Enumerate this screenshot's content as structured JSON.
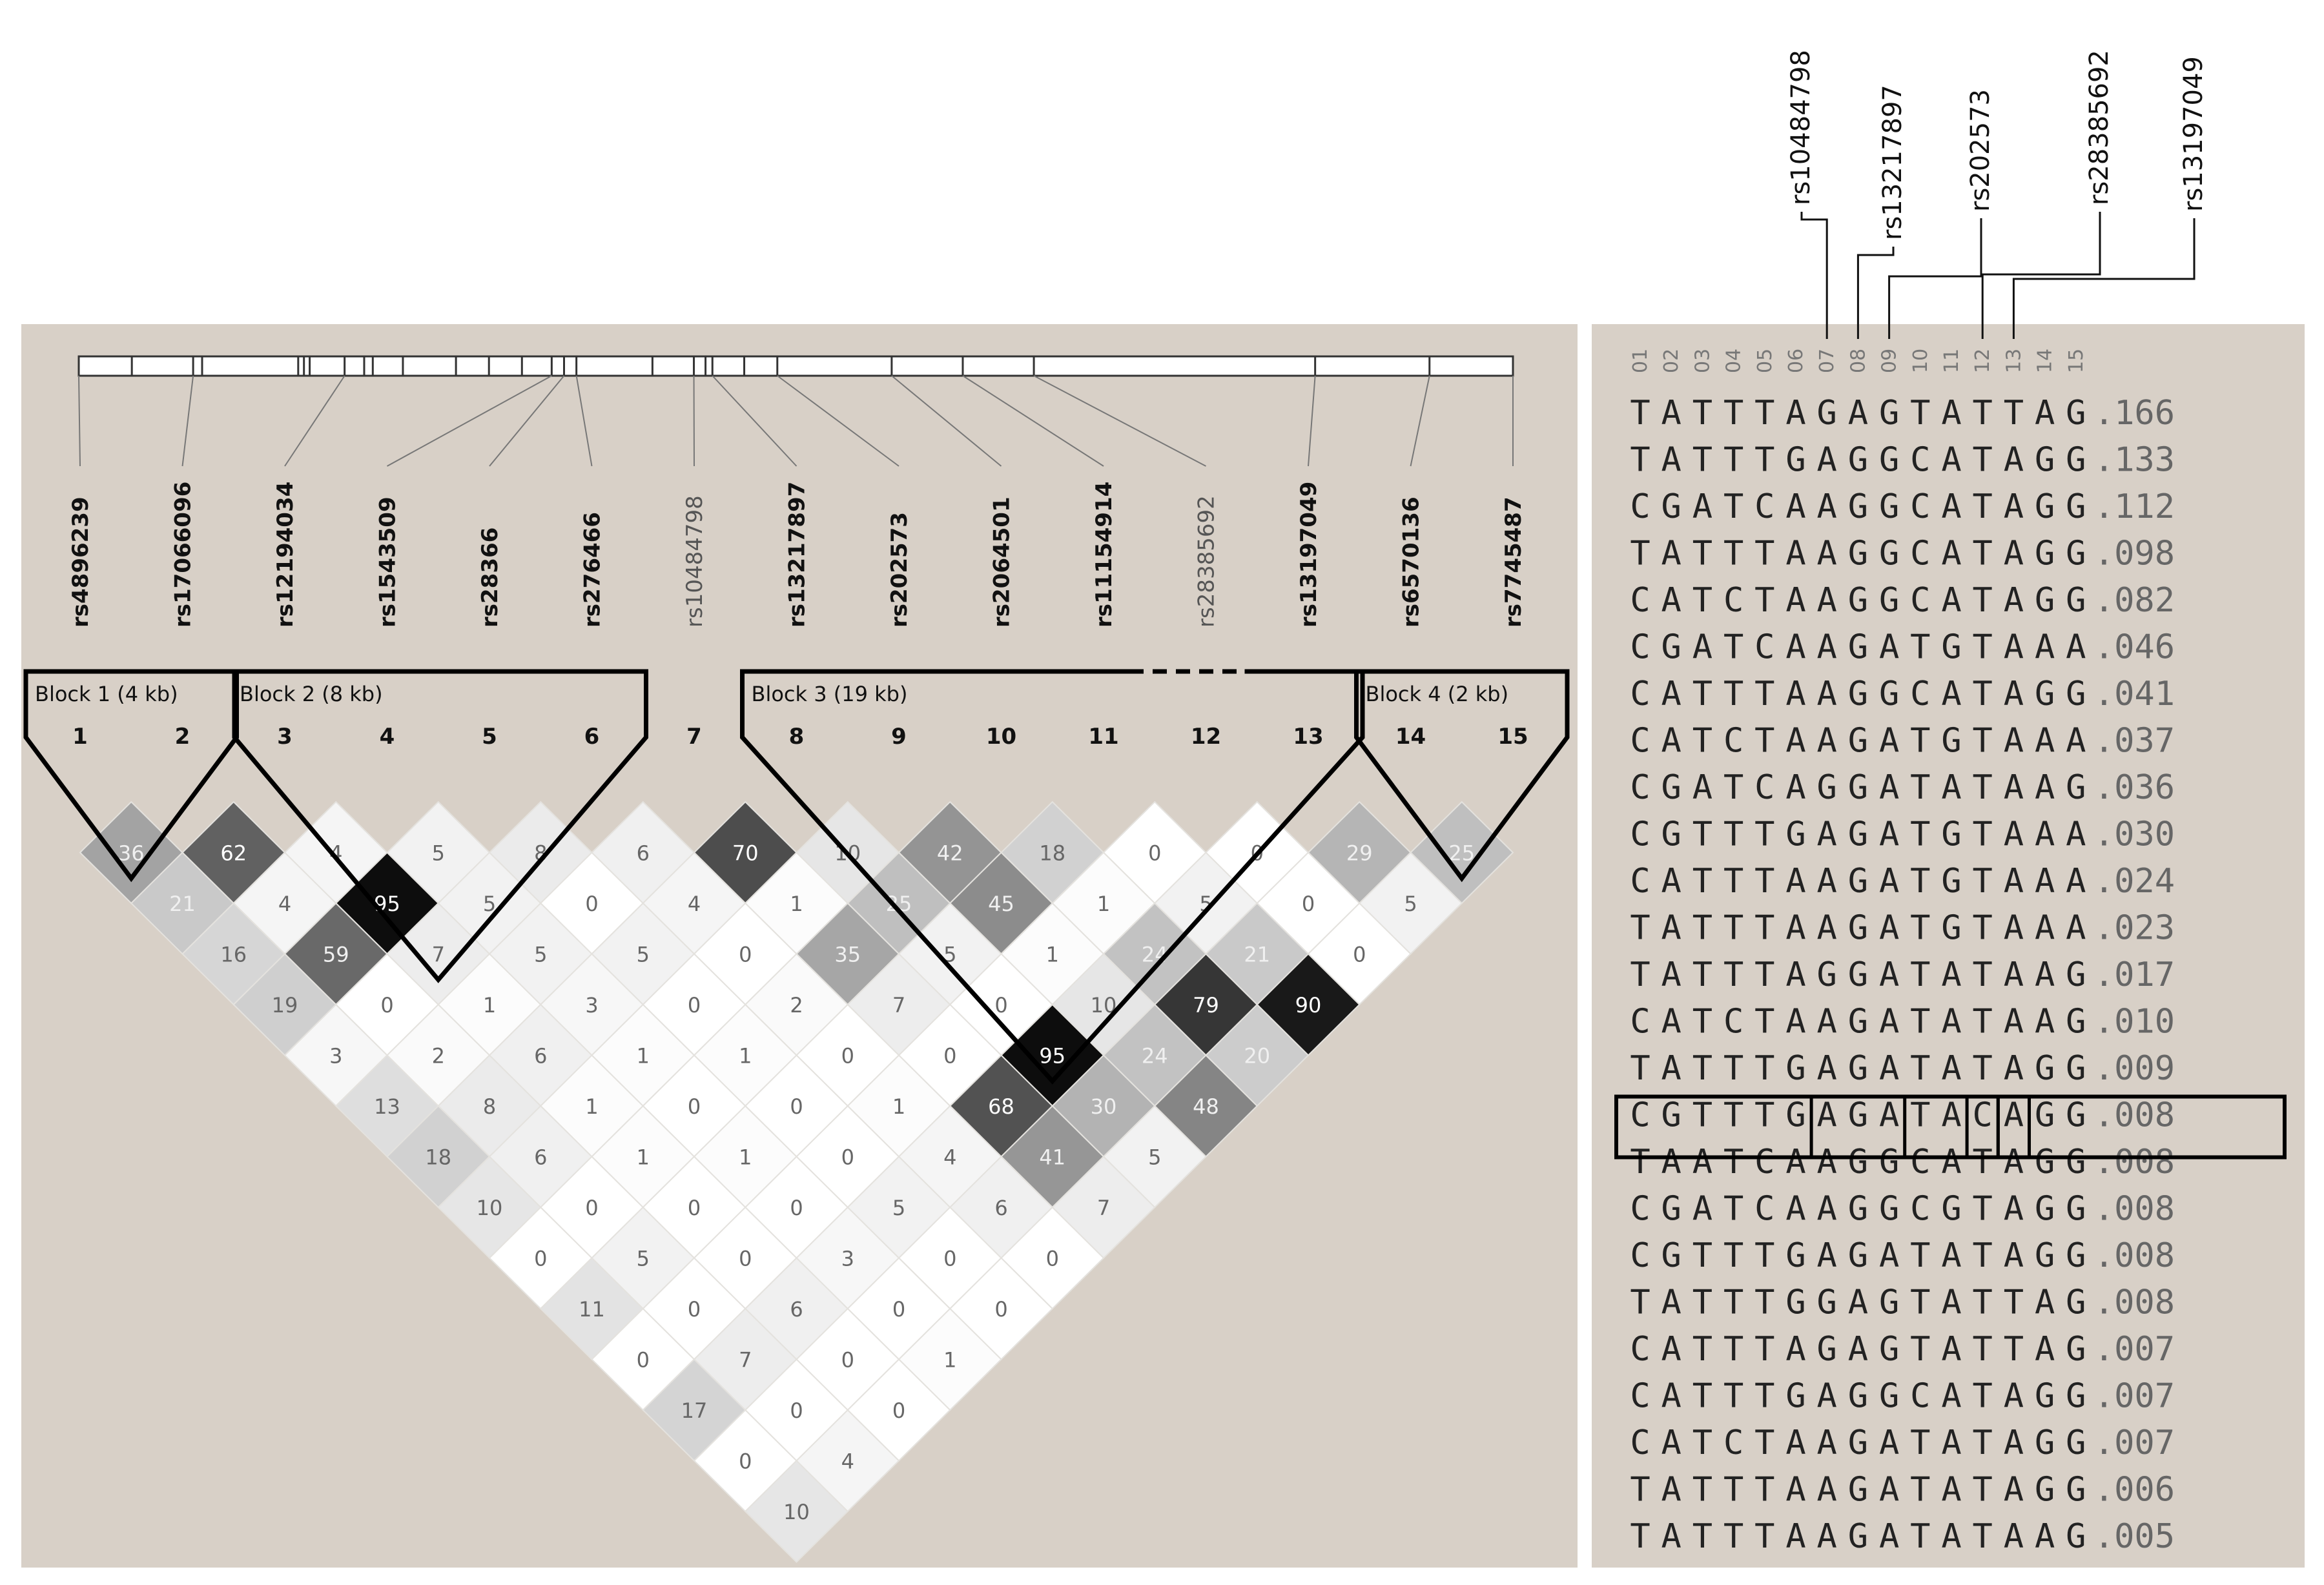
{
  "ld_plot": {
    "snps": [
      {
        "index": "1",
        "name": "rs4896239",
        "bold": true
      },
      {
        "index": "2",
        "name": "rs17066096",
        "bold": true
      },
      {
        "index": "3",
        "name": "rs12194034",
        "bold": true
      },
      {
        "index": "4",
        "name": "rs1543509",
        "bold": true
      },
      {
        "index": "5",
        "name": "rs28366",
        "bold": true
      },
      {
        "index": "6",
        "name": "rs276466",
        "bold": true
      },
      {
        "index": "7",
        "name": "rs10484798",
        "bold": false
      },
      {
        "index": "8",
        "name": "rs13217897",
        "bold": true
      },
      {
        "index": "9",
        "name": "rs202573",
        "bold": true
      },
      {
        "index": "10",
        "name": "rs2064501",
        "bold": true
      },
      {
        "index": "11",
        "name": "rs11154914",
        "bold": true
      },
      {
        "index": "12",
        "name": "rs28385692",
        "bold": false
      },
      {
        "index": "13",
        "name": "rs13197049",
        "bold": true
      },
      {
        "index": "14",
        "name": "rs6570136",
        "bold": true
      },
      {
        "index": "15",
        "name": "rs7745487",
        "bold": true
      }
    ],
    "blocks": [
      {
        "label": "Block 1 (4 kb)",
        "start": 1,
        "end": 2
      },
      {
        "label": "Block 2 (8 kb)",
        "start": 3,
        "end": 6
      },
      {
        "label": "Block 3 (19 kb)",
        "start": 8,
        "end": 13
      },
      {
        "label": "Block 4 (2 kb)",
        "start": 14,
        "end": 15
      }
    ],
    "ld_values": [
      [
        36,
        62,
        4,
        5,
        8,
        6,
        70,
        10,
        42,
        18,
        0,
        0,
        29,
        25
      ],
      [
        21,
        4,
        95,
        5,
        0,
        4,
        1,
        25,
        45,
        1,
        5,
        0,
        5
      ],
      [
        16,
        59,
        7,
        5,
        5,
        0,
        35,
        5,
        1,
        24,
        21,
        0
      ],
      [
        19,
        0,
        1,
        3,
        0,
        2,
        7,
        0,
        10,
        79,
        90
      ],
      [
        3,
        2,
        6,
        1,
        1,
        0,
        0,
        95,
        24,
        20
      ],
      [
        13,
        8,
        1,
        0,
        0,
        1,
        68,
        30,
        48
      ],
      [
        18,
        6,
        1,
        1,
        0,
        4,
        41,
        5
      ],
      [
        10,
        0,
        0,
        0,
        5,
        6,
        7
      ],
      [
        0,
        5,
        0,
        3,
        0,
        0
      ],
      [
        11,
        0,
        6,
        0,
        0
      ],
      [
        0,
        7,
        0,
        1
      ],
      [
        17,
        0,
        0
      ],
      [
        0,
        4
      ],
      [
        10
      ]
    ]
  },
  "haplotype_panel": {
    "column_numbers": [
      "01",
      "02",
      "03",
      "04",
      "05",
      "06",
      "07",
      "08",
      "09",
      "10",
      "11",
      "12",
      "13",
      "14",
      "15"
    ],
    "tag_labels": [
      {
        "name": "rs10484798",
        "column": 7
      },
      {
        "name": "rs13217897",
        "column": 8
      },
      {
        "name": "rs202573",
        "column": 9
      },
      {
        "name": "rs28385692",
        "column": 12
      },
      {
        "name": "rs13197049",
        "column": 13
      }
    ],
    "highlighted_row": 15,
    "highlight_boxes": [
      [
        7,
        9
      ],
      [
        12,
        12
      ],
      [
        13,
        13
      ]
    ],
    "haplotypes": [
      {
        "seq": "TATTTAGAGTATTAG",
        "freq": ".166"
      },
      {
        "seq": "TATTTGAGGCATAGG",
        "freq": ".133"
      },
      {
        "seq": "CGATCAAGGCATAGG",
        "freq": ".112"
      },
      {
        "seq": "TATTTAAGGCATAGG",
        "freq": ".098"
      },
      {
        "seq": "CATCTAAGGCATAGG",
        "freq": ".082"
      },
      {
        "seq": "CGATCAAGATGTAAA",
        "freq": ".046"
      },
      {
        "seq": "CATTTAAGGCATAGG",
        "freq": ".041"
      },
      {
        "seq": "CATCTAAGATGTAAA",
        "freq": ".037"
      },
      {
        "seq": "CGATCAGGATATAAG",
        "freq": ".036"
      },
      {
        "seq": "CGTTTGAGATGTAAA",
        "freq": ".030"
      },
      {
        "seq": "CATTTAAGATGTAAA",
        "freq": ".024"
      },
      {
        "seq": "TATTTAAGATGTAAA",
        "freq": ".023"
      },
      {
        "seq": "TATTTAGGATATAAG",
        "freq": ".017"
      },
      {
        "seq": "CATCTAAGATATAAG",
        "freq": ".010"
      },
      {
        "seq": "TATTTGAGATATAGG",
        "freq": ".009"
      },
      {
        "seq": "CGTTTGAGATACAGG",
        "freq": ".008"
      },
      {
        "seq": "TAATCAAGGCATAGG",
        "freq": ".008"
      },
      {
        "seq": "CGATCAAGGCGTAGG",
        "freq": ".008"
      },
      {
        "seq": "CGTTTGAGATATAGG",
        "freq": ".008"
      },
      {
        "seq": "TATTTGGAGTATTAG",
        "freq": ".008"
      },
      {
        "seq": "CATTTAGAGTATTAG",
        "freq": ".007"
      },
      {
        "seq": "CATTTGAGGCATAGG",
        "freq": ".007"
      },
      {
        "seq": "CATCTAAGATATAGG",
        "freq": ".007"
      },
      {
        "seq": "TATTTAAGATATAGG",
        "freq": ".006"
      },
      {
        "seq": "TATTTAAGATATAAG",
        "freq": ".005"
      }
    ]
  },
  "colors": {
    "panel_background": "#d8d0c7",
    "ld_low": "#ffffff",
    "ld_high": "#000000",
    "outline": "#000000",
    "sequence_text": "#222222",
    "frequency_text": "#666666"
  }
}
